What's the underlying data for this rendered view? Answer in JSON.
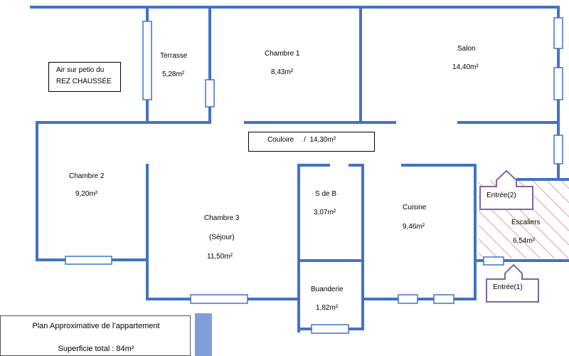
{
  "rooms": {
    "air_line1": "Air sur petio du",
    "air_line2": "REZ CHAUSSÉE",
    "terrasse_name": "Terrasse",
    "terrasse_area": "5,28m²",
    "chambre1_name": "Chambre 1",
    "chambre1_area": "8,43m²",
    "salon_name": "Salon",
    "salon_area": "14,40m²",
    "couloir_label": "Couloire     /  14,30m²",
    "chambre2_name": "Chambre 2",
    "chambre2_area": "9,20m²",
    "chambre3_name": "Chambre 3",
    "chambre3_sub": "(Séjour)",
    "chambre3_area": "11,50m²",
    "sdb_name": "S de B",
    "sdb_area": "3,07m²",
    "cuisine_name": "Cuisine",
    "cuisine_area": "9,46m²",
    "escaliers_name": "Escaliers",
    "escaliers_area": "6,54m²",
    "buanderie_name": "Buanderie",
    "buanderie_area": "1,82m²"
  },
  "entrances": {
    "entree2": "Entrée(2)",
    "entree1": "Entrée(1)"
  },
  "legend": {
    "title": "Plan Approximative de l’appartement",
    "total": "Superficie total : 84m²"
  },
  "colors": {
    "wall": "#4472c4",
    "hatch": "#e07a7a",
    "arrow": "#8064a2"
  }
}
